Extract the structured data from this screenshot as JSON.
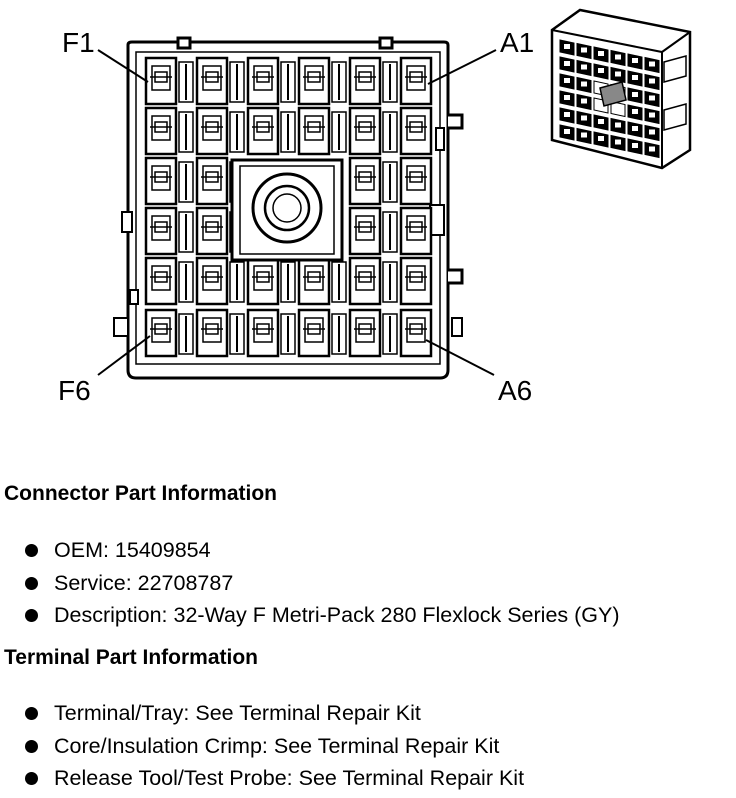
{
  "diagram": {
    "pin_labels": {
      "top_left": "F1",
      "top_right": "A1",
      "bottom_left": "F6",
      "bottom_right": "A6"
    }
  },
  "connector_info": {
    "heading": "Connector Part Information",
    "items": [
      "OEM: 15409854",
      "Service: 22708787",
      "Description: 32-Way F Metri-Pack 280 Flexlock Series (GY)"
    ]
  },
  "terminal_info": {
    "heading": "Terminal Part Information",
    "items": [
      "Terminal/Tray: See Terminal Repair Kit",
      "Core/Insulation Crimp: See Terminal Repair Kit",
      "Release Tool/Test Probe: See Terminal Repair Kit"
    ]
  },
  "icons": [
    "bullet-dot-icon"
  ]
}
